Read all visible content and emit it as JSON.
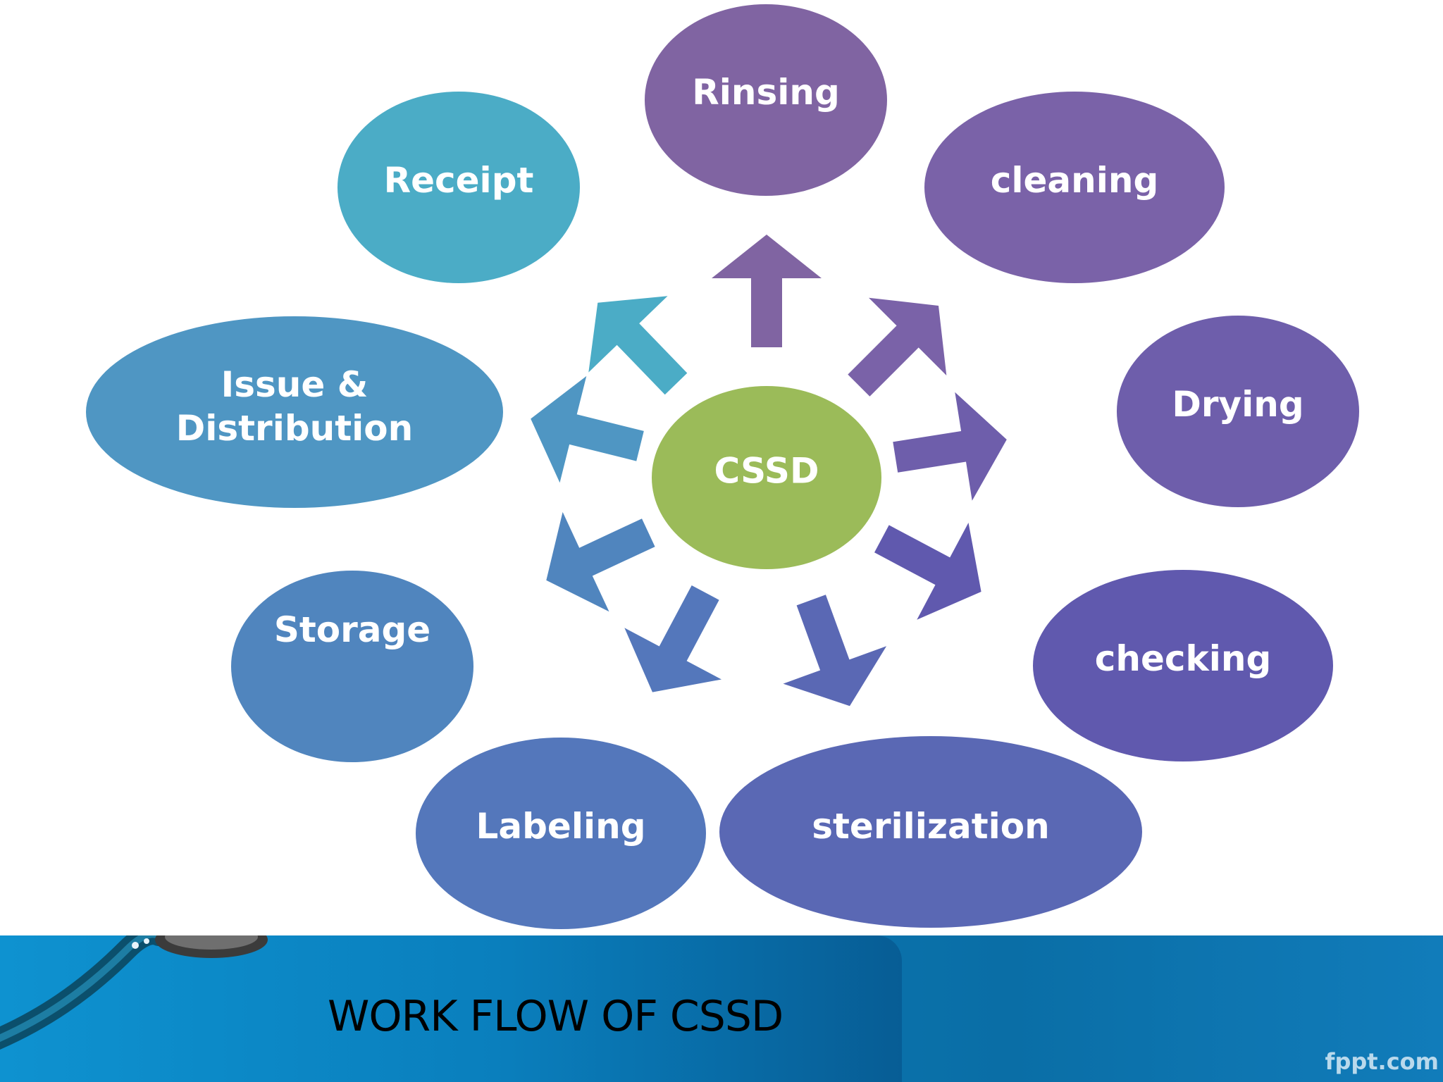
{
  "diagram": {
    "center": {
      "label": "CSSD",
      "color": "#9bbb59"
    },
    "nodes": [
      {
        "id": "rinsing",
        "label": "Rinsing",
        "color": "#8064a2"
      },
      {
        "id": "cleaning",
        "label": "cleaning",
        "color": "#7a62a8"
      },
      {
        "id": "drying",
        "label": "Drying",
        "color": "#6e5eab"
      },
      {
        "id": "checking",
        "label": "checking",
        "color": "#6059ae"
      },
      {
        "id": "sterilization",
        "label": "sterilization",
        "color": "#5a68b4"
      },
      {
        "id": "labeling",
        "label": "Labeling",
        "color": "#5477bb"
      },
      {
        "id": "storage",
        "label": "Storage",
        "color": "#5085be"
      },
      {
        "id": "issue-distribution",
        "label": "Issue &\nDistribution",
        "color": "#4f96c3"
      },
      {
        "id": "receipt",
        "label": "Receipt",
        "color": "#4bacc6"
      }
    ]
  },
  "slide": {
    "title": "WORK FLOW OF CSSD",
    "brand": "fppt.com"
  }
}
